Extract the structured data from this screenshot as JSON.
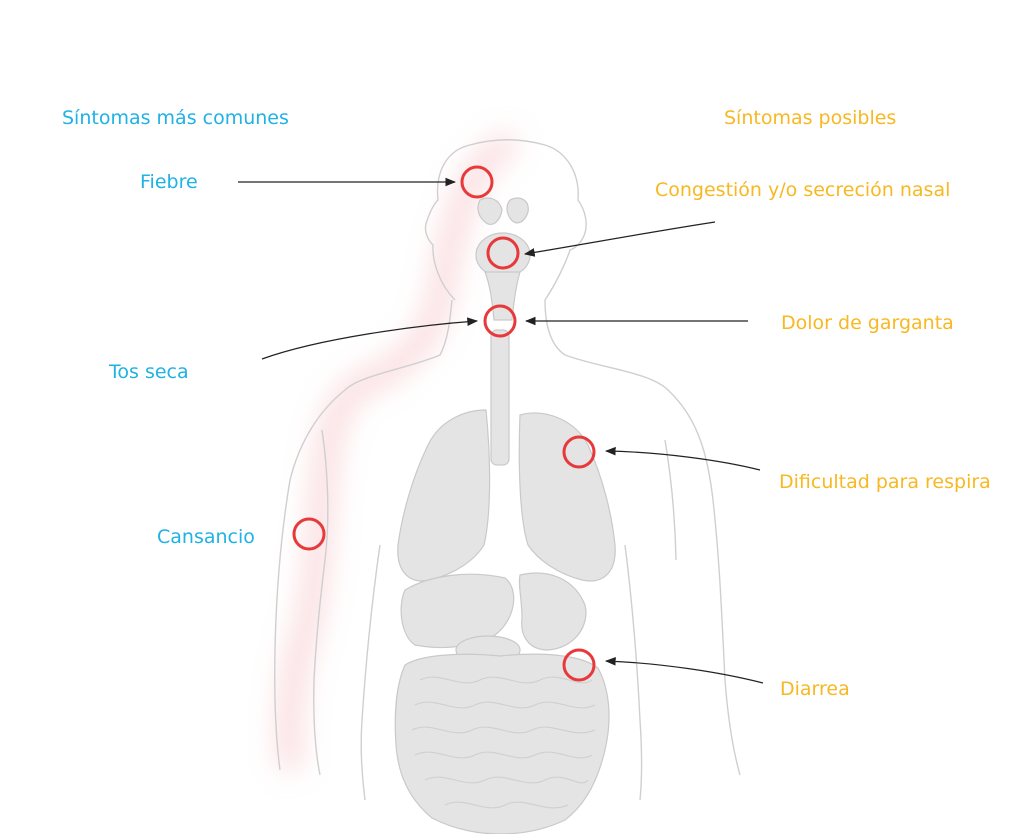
{
  "diagram": {
    "headings": {
      "common": "Síntomas más comunes",
      "possible": "Síntomas posibles"
    },
    "common_symptoms": [
      {
        "label": "Fiebre"
      },
      {
        "label": "Tos seca"
      },
      {
        "label": "Cansancio"
      }
    ],
    "possible_symptoms": [
      {
        "label": "Congestión y/o secreción nasal"
      },
      {
        "label": "Dolor de garganta"
      },
      {
        "label": "Dificultad para respira"
      },
      {
        "label": "Diarrea"
      }
    ],
    "colors": {
      "common": "#1fb2e4",
      "possible": "#f7b821",
      "marker": "#e8393a",
      "body_outline": "#cfcfcf",
      "organ_fill": "#e4e4e4",
      "organ_stroke": "#c9c9c9",
      "glow": "#f6b9bd",
      "arrow": "#222222"
    },
    "icons": {
      "figure": "human-body-outline-icon",
      "marker": "ring-marker-icon",
      "connector": "arrow-icon"
    }
  }
}
